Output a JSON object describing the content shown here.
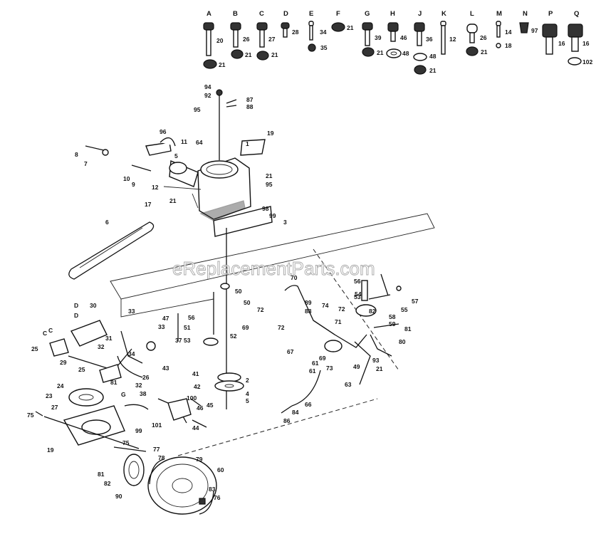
{
  "hardware_legend": [
    {
      "letter": "A",
      "nums": [
        "20",
        "21"
      ]
    },
    {
      "letter": "B",
      "nums": [
        "26",
        "21"
      ]
    },
    {
      "letter": "C",
      "nums": [
        "27",
        "21"
      ]
    },
    {
      "letter": "D",
      "nums": [
        "28"
      ]
    },
    {
      "letter": "E",
      "nums": [
        "34",
        "35"
      ]
    },
    {
      "letter": "F",
      "nums": [
        "21"
      ]
    },
    {
      "letter": "G",
      "nums": [
        "39",
        "21"
      ]
    },
    {
      "letter": "H",
      "nums": [
        "46",
        "48"
      ]
    },
    {
      "letter": "J",
      "nums": [
        "36",
        "48",
        "21"
      ]
    },
    {
      "letter": "K",
      "nums": [
        "12"
      ]
    },
    {
      "letter": "L",
      "nums": [
        "26",
        "21"
      ]
    },
    {
      "letter": "M",
      "nums": [
        "14",
        "18"
      ]
    },
    {
      "letter": "N",
      "nums": [
        "97"
      ]
    },
    {
      "letter": "P",
      "nums": [
        "16"
      ]
    },
    {
      "letter": "Q",
      "nums": [
        "16",
        "102"
      ]
    }
  ],
  "callouts": [
    "94",
    "92",
    "87",
    "88",
    "95",
    "1",
    "19",
    "64",
    "96",
    "11",
    "5",
    "8",
    "7",
    "10",
    "9",
    "12",
    "21",
    "95",
    "17",
    "21",
    "6",
    "98",
    "99",
    "3",
    "70",
    "56",
    "53",
    "57",
    "54",
    "82",
    "55",
    "58",
    "59",
    "81",
    "80",
    "50",
    "50",
    "72",
    "74",
    "72",
    "72",
    "71",
    "69",
    "89",
    "88",
    "67",
    "69",
    "73",
    "21",
    "93",
    "61",
    "49",
    "53",
    "47",
    "33",
    "51",
    "52",
    "37",
    "33",
    "56",
    "30",
    "D",
    "D",
    "C",
    "31",
    "32",
    "34",
    "26",
    "25",
    "29",
    "25",
    "81",
    "32",
    "43",
    "41",
    "42",
    "2",
    "4",
    "5",
    "23",
    "24",
    "27",
    "75",
    "38",
    "100",
    "46",
    "45",
    "101",
    "44",
    "99",
    "19",
    "75",
    "77",
    "78",
    "79",
    "81",
    "82",
    "90",
    "60",
    "83",
    "76",
    "63",
    "84",
    "86",
    "66",
    "61",
    "G",
    "C"
  ],
  "watermark": "eReplacementParts.com"
}
